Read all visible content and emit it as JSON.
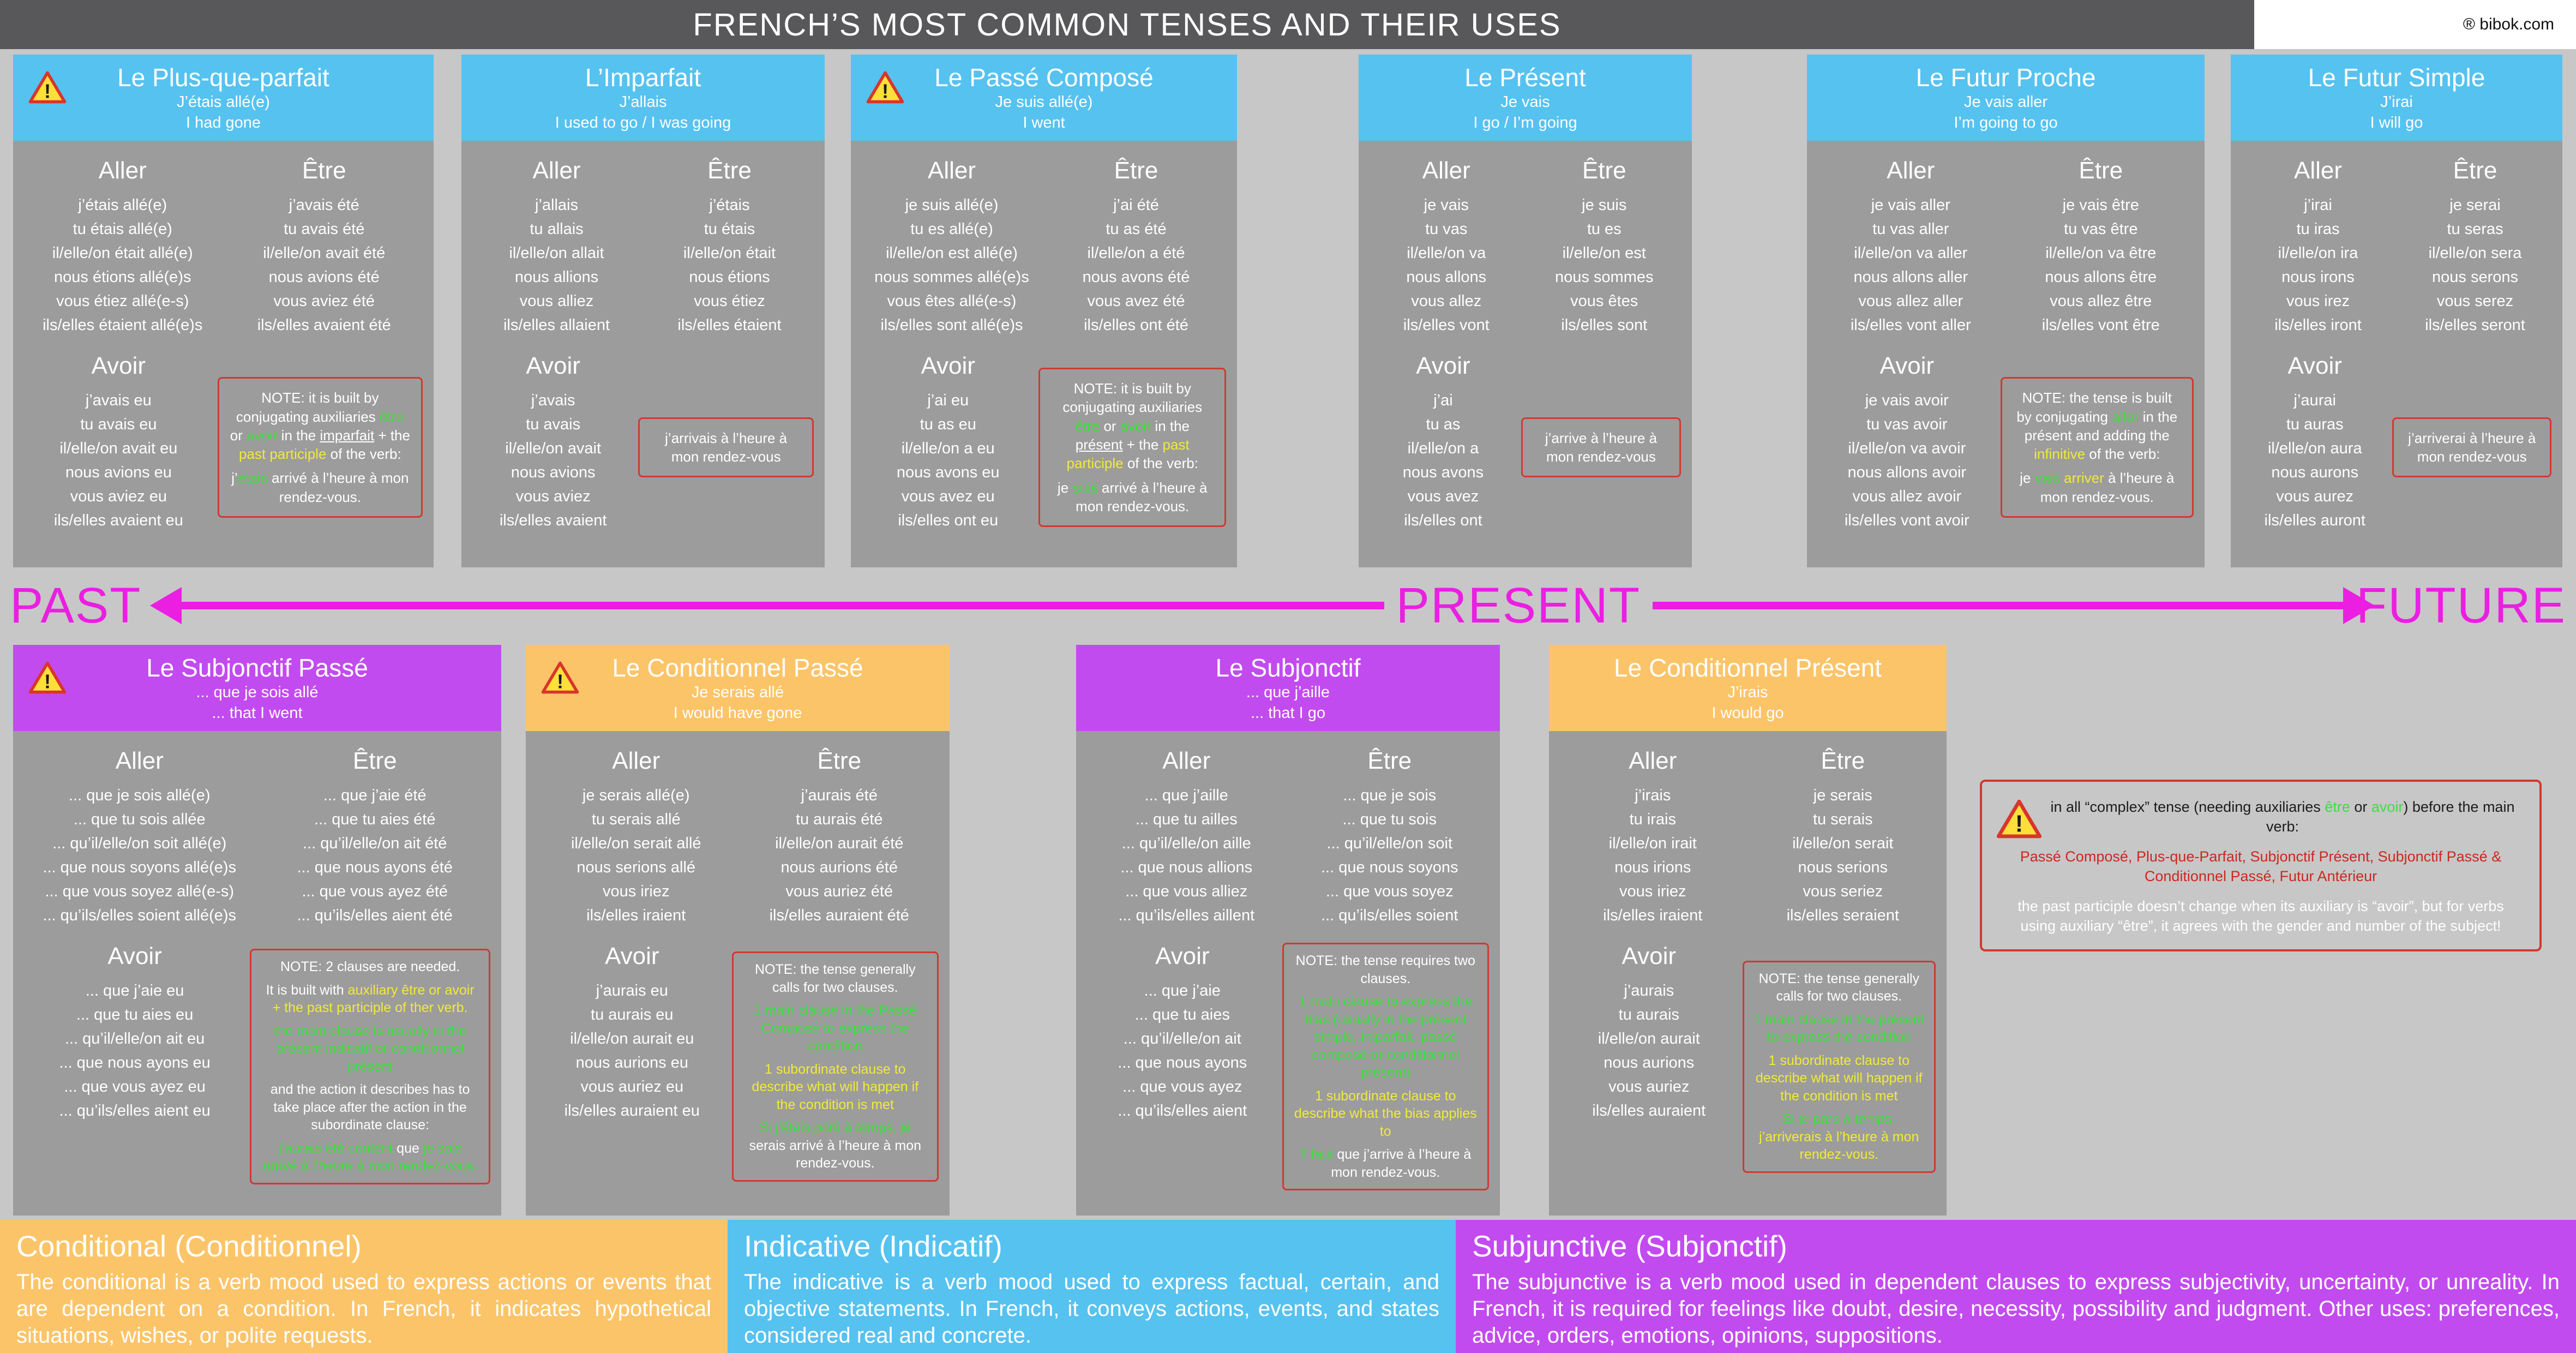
{
  "header": {
    "title": "FRENCH’S MOST COMMON TENSES AND THEIR USES",
    "brand": "® bibok.com"
  },
  "timeline": {
    "past": "PAST",
    "present": "PRESENT",
    "future": "FUTURE"
  },
  "verb_headings": {
    "aller": "Aller",
    "etre": "Être",
    "avoir": "Avoir"
  },
  "colors": {
    "indicative_blue": "#56c2f0",
    "subjunctive_purple": "#c24bef",
    "conditional_orange": "#fcc469",
    "timeline_magenta": "#ea1fe2",
    "note_border_red": "#cf3a32",
    "highlight_green": "#3ede3e",
    "highlight_yellow": "#f0ea3a",
    "card_gray": "#9c9c9c",
    "titlebar_gray": "#58585a"
  },
  "top_row": [
    {
      "id": "plus-que-parfait",
      "theme": "blue",
      "warning": true,
      "title": "Le Plus-que-parfait",
      "example_fr": "J’étais allé(e)",
      "example_en": "I had gone",
      "aller": [
        "j’étais allé(e)",
        "tu étais allé(e)",
        "il/elle/on était allé(e)",
        "nous étions allé(e)s",
        "vous étiez allé(e-s)",
        "ils/elles étaient allé(e)s"
      ],
      "etre": [
        "j’avais été",
        "tu avais été",
        "il/elle/on avait été",
        "nous avions été",
        "vous aviez été",
        "ils/elles avaient été"
      ],
      "avoir": [
        "j’avais eu",
        "tu avais eu",
        "il/elle/on avait eu",
        "nous avions eu",
        "vous aviez eu",
        "ils/elles avaient eu"
      ],
      "note": [
        [
          {
            "t": "NOTE: it is built by conjugating auxiliaries "
          },
          {
            "t": "être",
            "c": "g"
          },
          {
            "t": " or "
          },
          {
            "t": "avoir",
            "c": "g"
          },
          {
            "t": " in the "
          },
          {
            "t": "imparfait",
            "c": "u"
          },
          {
            "t": " + the "
          },
          {
            "t": "past participle",
            "c": "y"
          },
          {
            "t": " of the verb:"
          }
        ],
        [
          {
            "t": "j’"
          },
          {
            "t": "étais",
            "c": "g"
          },
          {
            "t": " arrivé à l’heure à mon rendez-vous."
          }
        ]
      ]
    },
    {
      "id": "imparfait",
      "theme": "blue",
      "warning": false,
      "title": "L’Imparfait",
      "example_fr": "J’allais",
      "example_en": "I used to go / I was going",
      "aller": [
        "j’allais",
        "tu allais",
        "il/elle/on allait",
        "nous allions",
        "vous alliez",
        "ils/elles allaient"
      ],
      "etre": [
        "j’étais",
        "tu étais",
        "il/elle/on était",
        "nous étions",
        "vous étiez",
        "ils/elles étaient"
      ],
      "avoir": [
        "j’avais",
        "tu avais",
        "il/elle/on avait",
        "nous avions",
        "vous aviez",
        "ils/elles avaient"
      ],
      "note": [
        [
          {
            "t": "j’arrivais à l’heure à mon rendez-vous"
          }
        ]
      ]
    },
    {
      "id": "passe-compose",
      "theme": "blue",
      "warning": true,
      "title": "Le Passé Composé",
      "example_fr": "Je suis allé(e)",
      "example_en": "I went",
      "aller": [
        "je suis allé(e)",
        "tu es allé(e)",
        "il/elle/on est allé(e)",
        "nous sommes allé(e)s",
        "vous êtes allé(e-s)",
        "ils/elles sont allé(e)s"
      ],
      "etre": [
        "j’ai été",
        "tu as été",
        "il/elle/on a été",
        "nous avons été",
        "vous avez été",
        "ils/elles ont été"
      ],
      "avoir": [
        "j’ai eu",
        "tu as eu",
        "il/elle/on a eu",
        "nous avons eu",
        "vous avez eu",
        "ils/elles ont eu"
      ],
      "note": [
        [
          {
            "t": "NOTE: it is built by conjugating auxiliaries "
          },
          {
            "t": "être",
            "c": "g"
          },
          {
            "t": " or "
          },
          {
            "t": "avoir",
            "c": "g"
          },
          {
            "t": " in the "
          },
          {
            "t": "présent",
            "c": "u"
          },
          {
            "t": " + the "
          },
          {
            "t": "past participle",
            "c": "y"
          },
          {
            "t": " of the verb:"
          }
        ],
        [
          {
            "t": "je "
          },
          {
            "t": "suis",
            "c": "g"
          },
          {
            "t": " arrivé à l’heure à mon rendez-vous."
          }
        ]
      ]
    },
    {
      "id": "present",
      "theme": "blue",
      "warning": false,
      "title": "Le Présent",
      "example_fr": "Je vais",
      "example_en": "I go / I’m going",
      "aller": [
        "je vais",
        "tu vas",
        "il/elle/on va",
        "nous allons",
        "vous allez",
        "ils/elles vont"
      ],
      "etre": [
        "je suis",
        "tu es",
        "il/elle/on est",
        "nous sommes",
        "vous êtes",
        "ils/elles sont"
      ],
      "avoir": [
        "j’ai",
        "tu as",
        "il/elle/on a",
        "nous avons",
        "vous avez",
        "ils/elles ont"
      ],
      "note": [
        [
          {
            "t": "j’arrive à l’heure à mon rendez-vous"
          }
        ]
      ]
    },
    {
      "id": "futur-proche",
      "theme": "blue",
      "warning": false,
      "title": "Le Futur Proche",
      "example_fr": "Je vais aller",
      "example_en": "I’m going to go",
      "aller": [
        "je vais aller",
        "tu vas aller",
        "il/elle/on va aller",
        "nous allons aller",
        "vous allez aller",
        "ils/elles vont aller"
      ],
      "etre": [
        "je vais être",
        "tu vas être",
        "il/elle/on va être",
        "nous allons être",
        "vous allez être",
        "ils/elles vont être"
      ],
      "avoir": [
        "je vais avoir",
        "tu vas avoir",
        "il/elle/on va avoir",
        "nous allons avoir",
        "vous allez avoir",
        "ils/elles vont avoir"
      ],
      "note": [
        [
          {
            "t": "NOTE: the tense is built by conjugating "
          },
          {
            "t": "aller",
            "c": "g"
          },
          {
            "t": " in the présent and adding the "
          },
          {
            "t": "infinitive",
            "c": "y"
          },
          {
            "t": " of the verb:"
          }
        ],
        [
          {
            "t": "je "
          },
          {
            "t": "vais",
            "c": "g"
          },
          {
            "t": " "
          },
          {
            "t": "arriver",
            "c": "y"
          },
          {
            "t": " à l’heure à mon rendez-vous."
          }
        ]
      ]
    },
    {
      "id": "futur-simple",
      "theme": "blue",
      "warning": false,
      "title": "Le Futur Simple",
      "example_fr": "J’irai",
      "example_en": "I will go",
      "aller": [
        "j’irai",
        "tu iras",
        "il/elle/on ira",
        "nous irons",
        "vous irez",
        "ils/elles iront"
      ],
      "etre": [
        "je serai",
        "tu seras",
        "il/elle/on sera",
        "nous serons",
        "vous serez",
        "ils/elles seront"
      ],
      "avoir": [
        "j’aurai",
        "tu auras",
        "il/elle/on aura",
        "nous aurons",
        "vous aurez",
        "ils/elles auront"
      ],
      "note": [
        [
          {
            "t": "j’arriverai à l’heure à mon rendez-vous"
          }
        ]
      ]
    }
  ],
  "bottom_row": [
    {
      "id": "subjonctif-passe",
      "theme": "purple",
      "warning": true,
      "title": "Le Subjonctif Passé",
      "example_fr": "... que je sois allé",
      "example_en": "... that I went",
      "aller": [
        "... que je sois allé(e)",
        "... que tu sois allée",
        "... qu’il/elle/on soit allé(e)",
        "... que nous soyons allé(e)s",
        "... que vous soyez allé(e-s)",
        "... qu’ils/elles soient allé(e)s"
      ],
      "etre": [
        "... que j’aie été",
        "... que tu aies été",
        "... qu’il/elle/on ait été",
        "... que nous ayons été",
        "... que vous ayez été",
        "... qu’ils/elles aient été"
      ],
      "avoir": [
        "... que j’aie eu",
        "... que tu aies eu",
        "... qu’il/elle/on ait eu",
        "... que nous ayons eu",
        "... que vous ayez eu",
        "... qu’ils/elles aient eu"
      ],
      "note": [
        [
          {
            "t": "NOTE: 2 clauses are needed."
          }
        ],
        [
          {
            "t": "It is built with "
          },
          {
            "t": "auxiliary être or avoir + the past participle of ther verb.",
            "c": "y"
          }
        ],
        [
          {
            "t": "the main clause is usually in the présent indicatif or conditionnel présent",
            "c": "g"
          }
        ],
        [
          {
            "t": "and the action it describes has to take place after the action in the subordinate clause:"
          }
        ],
        [
          {
            "t": "j’aurais été content ",
            "c": "g"
          },
          {
            "t": "que "
          },
          {
            "t": "je sois arrivé à l’heure à mon rendez-vous.",
            "c": "g"
          }
        ]
      ]
    },
    {
      "id": "conditionnel-passe",
      "theme": "orange",
      "warning": true,
      "title": "Le Conditionnel Passé",
      "example_fr": "Je serais allé",
      "example_en": "I would have gone",
      "aller": [
        "je serais allé(e)",
        "tu serais allé",
        "il/elle/on serait allé",
        "nous serions allé",
        "vous iriez",
        "ils/elles iraient"
      ],
      "etre": [
        "j’aurais été",
        "tu aurais été",
        "il/elle/on aurait été",
        "nous aurions été",
        "vous auriez été",
        "ils/elles auraient été"
      ],
      "avoir": [
        "j’aurais eu",
        "tu aurais eu",
        "il/elle/on aurait eu",
        "nous aurions eu",
        "vous auriez eu",
        "ils/elles auraient eu"
      ],
      "note": [
        [
          {
            "t": "NOTE: the tense generally calls for two clauses."
          }
        ],
        [
          {
            "t": "1 main clause in the Passé Composé to express the condition",
            "c": "g"
          }
        ],
        [
          {
            "t": "1 subordinate clause to describe what will happen if the condition is met",
            "c": "y"
          }
        ],
        [
          {
            "t": "Si j’étais parti à temps, je ",
            "c": "g"
          },
          {
            "t": "serais arrivé à l’heure à mon rendez-vous."
          }
        ]
      ]
    },
    {
      "id": "subjonctif",
      "theme": "purple",
      "warning": false,
      "title": "Le Subjonctif",
      "example_fr": "... que j’aille",
      "example_en": "... that I go",
      "aller": [
        "... que j’aille",
        "... que tu ailles",
        "... qu’il/elle/on aille",
        "... que nous allions",
        "... que vous alliez",
        "... qu’ils/elles aillent"
      ],
      "etre": [
        "... que je sois",
        "... que tu sois",
        "... qu’il/elle/on soit",
        "... que nous soyons",
        "... que vous soyez",
        "... qu’ils/elles soient"
      ],
      "avoir": [
        "... que j’aie",
        "... que tu aies",
        "... qu’il/elle/on ait",
        "... que nous ayons",
        "... que vous ayez",
        "... qu’ils/elles aient"
      ],
      "note": [
        [
          {
            "t": "NOTE: the tense requires two clauses."
          }
        ],
        [
          {
            "t": "1 main clause to express the bias (usually in the présent simple, imparfait, passé composé or conditionnel présent)",
            "c": "g"
          }
        ],
        [
          {
            "t": "1 subordinate clause to describe what the bias applies to",
            "c": "y"
          }
        ],
        [
          {
            "t": "Il faut",
            "c": "g"
          },
          {
            "t": " que j’arrive à l’heure à mon rendez-vous."
          }
        ]
      ]
    },
    {
      "id": "conditionnel-present",
      "theme": "orange",
      "warning": false,
      "title": "Le Conditionnel Présent",
      "example_fr": "J’irais",
      "example_en": "I would go",
      "aller": [
        "j’irais",
        "tu irais",
        "il/elle/on irait",
        "nous irions",
        "vous iriez",
        "ils/elles iraient"
      ],
      "etre": [
        "je serais",
        "tu serais",
        "il/elle/on serait",
        "nous serions",
        "vous seriez",
        "ils/elles seraient"
      ],
      "avoir": [
        "j’aurais",
        "tu aurais",
        "il/elle/on aurait",
        "nous aurions",
        "vous auriez",
        "ils/elles auraient"
      ],
      "note": [
        [
          {
            "t": "NOTE: the tense generally calls for two clauses."
          }
        ],
        [
          {
            "t": "1 main clause in the présent to express the condition",
            "c": "g"
          }
        ],
        [
          {
            "t": "1 subordinate clause to describe what will happen if the condition is met",
            "c": "y"
          }
        ],
        [
          {
            "t": "Si je pars à temps, ",
            "c": "g"
          },
          {
            "t": "j’arriverais à l’heure à mon rendez-vous.",
            "c": "y"
          }
        ]
      ]
    }
  ],
  "side_note": {
    "p1": [
      {
        "t": "in all “complex” tense (needing auxiliaries "
      },
      {
        "t": "être",
        "c": "g"
      },
      {
        "t": " or "
      },
      {
        "t": "avoir",
        "c": "g"
      },
      {
        "t": ") before the main verb:"
      }
    ],
    "p2": [
      {
        "t": "Passé Composé, Plus-que-Parfait, Subjonctif Présent, Subjonctif Passé & Conditionnel Passé, Futur Antérieur",
        "c": "r"
      }
    ],
    "p3": [
      {
        "t": "the past participle doesn’t change when its auxiliary is “avoir”, but for verbs using auxiliary “être”, it agrees with the gender and number of the subject!",
        "c": "w"
      }
    ]
  },
  "moods": [
    {
      "id": "conditional",
      "theme": "orange",
      "title": "Conditional (Conditionnel)",
      "text": "The conditional is a verb mood used to express actions or events that are dependent on a condition. In French, it indicates hypothetical situations, wishes, or polite requests."
    },
    {
      "id": "indicative",
      "theme": "blue",
      "title": "Indicative (Indicatif)",
      "text": "The indicative is a verb mood used to express factual, certain, and objective statements. In French, it conveys actions, events, and states considered real and concrete."
    },
    {
      "id": "subjunctive",
      "theme": "purple",
      "title": "Subjunctive (Subjonctif)",
      "text": "The subjunctive is a verb mood used in dependent clauses to express subjectivity, uncertainty, or unreality. In French, it is required for feelings like doubt, desire, necessity, possibility and judgment. Other uses: preferences, advice, orders, emotions, opinions, suppositions."
    }
  ]
}
